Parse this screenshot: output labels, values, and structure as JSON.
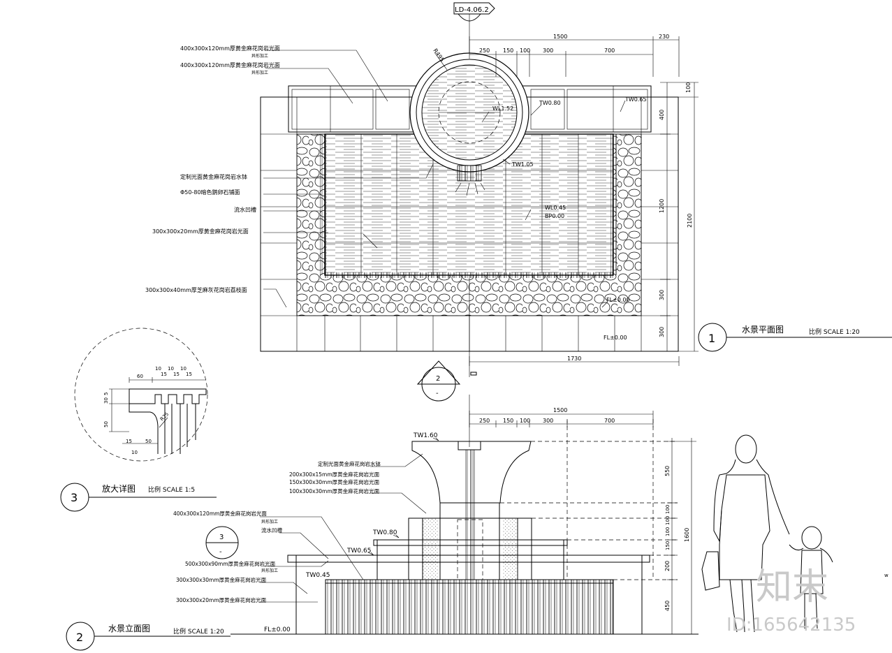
{
  "plan": {
    "ref_tag": "LD-4.06.2",
    "radius_label": "R495",
    "dims_top": [
      "1500",
      "230",
      "250",
      "150",
      "100",
      "300",
      "700"
    ],
    "dims_right": [
      "100",
      "400",
      "1200",
      "2100",
      "300",
      "300"
    ],
    "dim_bottom": "1730",
    "callouts_left": [
      "400x300x120mm厚黄金麻花岗岩光面",
      "400x300x120mm厚黄金麻花岗岩光面",
      "定制光面黄金麻花岗岩水钵",
      "Φ50-80暗色鹅卵石铺面",
      "流水凹槽",
      "300x300x20mm厚黄金麻花岗岩光面",
      "300x300x40mm厚芝麻灰花岗岩荔枝面"
    ],
    "callout_small": "异形加工",
    "elev_labels": [
      "WL1.52",
      "TW0.80",
      "TW0.65",
      "TW1.05",
      "WL0.45",
      "BP0.00",
      "FL±0.00"
    ],
    "title_num": "1",
    "title": "水景平面图",
    "scale": "比例 SCALE 1:20",
    "section_num": "2",
    "section_dash": "-"
  },
  "detail": {
    "dims_top": [
      "60",
      "10",
      "15",
      "10",
      "15",
      "10",
      "15"
    ],
    "dims_left": [
      "5",
      "30",
      "50"
    ],
    "dims_bottom": [
      "15",
      "50",
      "10"
    ],
    "radius_label": "R25",
    "title_num": "3",
    "title": "放大详图",
    "scale": "比例 SCALE 1:5"
  },
  "elevation": {
    "dims_top": [
      "1500",
      "250",
      "150",
      "100",
      "300",
      "700"
    ],
    "dims_right": [
      "550",
      "100",
      "100",
      "100",
      "150",
      "200",
      "450",
      "1600"
    ],
    "callouts": [
      "定制光面黄金麻花岗岩水钵",
      "200x300x15mm厚黄金麻花岗岩光面",
      "150x300x30mm厚黄金麻花岗岩光面",
      "100x300x30mm厚黄金麻花岗岩光面",
      "400x300x120mm厚黄金麻花岗岩光面",
      "流水凹槽",
      "500x300x90mm厚黄金麻花岗岩光面",
      "300x300x30mm厚黄金麻花岗岩光面",
      "300x300x20mm厚黄金麻花岗岩光面"
    ],
    "callout_small": "异形加工",
    "elev_labels": [
      "TW1.60",
      "TW0.80",
      "TW0.65",
      "TW0.45",
      "FL±0.00"
    ],
    "ref_num": "3",
    "ref_dash": "-",
    "title_num": "2",
    "title": "水景立面图",
    "scale": "比例 SCALE 1:20"
  },
  "watermark": {
    "logo": "知末",
    "id": "ID:165642135"
  }
}
